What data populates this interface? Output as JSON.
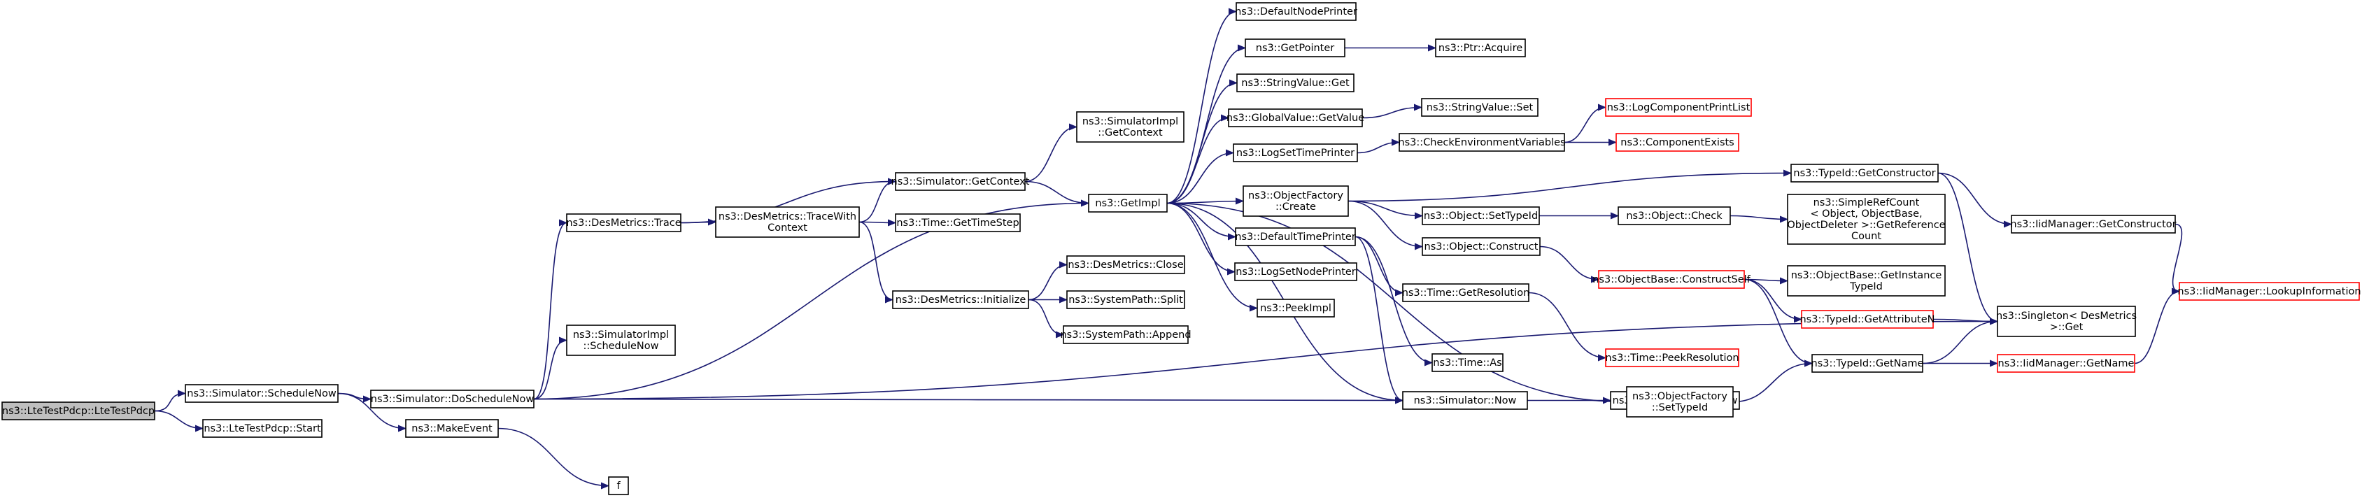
{
  "diagram": {
    "colors": {
      "edge": "#191970",
      "node_border": "#000000",
      "truncated_border": "#ff0000",
      "root_fill": "#bfbfbf",
      "node_fill": "#ffffff"
    },
    "nodes": [
      {
        "id": "root",
        "lines": [
          "ns3::LteTestPdcp::LteTestPdcp"
        ],
        "style": "root"
      },
      {
        "id": "schedulenow",
        "lines": [
          "ns3::Simulator::ScheduleNow"
        ],
        "style": "normal"
      },
      {
        "id": "start",
        "lines": [
          "ns3::LteTestPdcp::Start"
        ],
        "style": "normal"
      },
      {
        "id": "doschedulenow",
        "lines": [
          "ns3::Simulator::DoScheduleNow"
        ],
        "style": "normal"
      },
      {
        "id": "makeevent",
        "lines": [
          "ns3::MakeEvent"
        ],
        "style": "normal"
      },
      {
        "id": "f",
        "lines": [
          "f"
        ],
        "style": "normal"
      },
      {
        "id": "desmetrics_trace",
        "lines": [
          "ns3::DesMetrics::Trace"
        ],
        "style": "normal"
      },
      {
        "id": "simimpl_schedulenow",
        "lines": [
          "ns3::SimulatorImpl",
          "::ScheduleNow"
        ],
        "style": "normal"
      },
      {
        "id": "tracewithcontext",
        "lines": [
          "ns3::DesMetrics::TraceWith",
          "Context"
        ],
        "style": "normal"
      },
      {
        "id": "sim_getcontext",
        "lines": [
          "ns3::Simulator::GetContext"
        ],
        "style": "normal"
      },
      {
        "id": "simimpl_getcontext",
        "lines": [
          "ns3::SimulatorImpl",
          "::GetContext"
        ],
        "style": "normal"
      },
      {
        "id": "time_gettimestep",
        "lines": [
          "ns3::Time::GetTimeStep"
        ],
        "style": "normal"
      },
      {
        "id": "desmetrics_initialize",
        "lines": [
          "ns3::DesMetrics::Initialize"
        ],
        "style": "normal"
      },
      {
        "id": "desmetrics_close",
        "lines": [
          "ns3::DesMetrics::Close"
        ],
        "style": "normal"
      },
      {
        "id": "systempath_split",
        "lines": [
          "ns3::SystemPath::Split"
        ],
        "style": "normal"
      },
      {
        "id": "systempath_append",
        "lines": [
          "ns3::SystemPath::Append"
        ],
        "style": "normal"
      },
      {
        "id": "getimpl",
        "lines": [
          "ns3::GetImpl"
        ],
        "style": "normal"
      },
      {
        "id": "defaultnodeprinter",
        "lines": [
          "ns3::DefaultNodePrinter"
        ],
        "style": "normal"
      },
      {
        "id": "getpointer",
        "lines": [
          "ns3::GetPointer"
        ],
        "style": "normal"
      },
      {
        "id": "ptr_acquire",
        "lines": [
          "ns3::Ptr::Acquire"
        ],
        "style": "normal"
      },
      {
        "id": "stringvalue_get",
        "lines": [
          "ns3::StringValue::Get"
        ],
        "style": "normal"
      },
      {
        "id": "globalvalue_getvalue",
        "lines": [
          "ns3::GlobalValue::GetValue"
        ],
        "style": "normal"
      },
      {
        "id": "stringvalue_set",
        "lines": [
          "ns3::StringValue::Set"
        ],
        "style": "normal"
      },
      {
        "id": "logsettimeprinter",
        "lines": [
          "ns3::LogSetTimePrinter"
        ],
        "style": "normal"
      },
      {
        "id": "checkenvvars",
        "lines": [
          "ns3::CheckEnvironmentVariables"
        ],
        "style": "normal"
      },
      {
        "id": "logcomponentprintlist",
        "lines": [
          "ns3::LogComponentPrintList"
        ],
        "style": "truncated"
      },
      {
        "id": "componentexists",
        "lines": [
          "ns3::ComponentExists"
        ],
        "style": "truncated"
      },
      {
        "id": "objectfactory_create",
        "lines": [
          "ns3::ObjectFactory",
          "::Create"
        ],
        "style": "normal"
      },
      {
        "id": "typeid_getconstructor",
        "lines": [
          "ns3::TypeId::GetConstructor"
        ],
        "style": "normal"
      },
      {
        "id": "iidmanager_getconstructor",
        "lines": [
          "ns3::IidManager::GetConstructor"
        ],
        "style": "normal"
      },
      {
        "id": "iidmanager_lookupinformation",
        "lines": [
          "ns3::IidManager::LookupInformation"
        ],
        "style": "truncated"
      },
      {
        "id": "object_settypeid",
        "lines": [
          "ns3::Object::SetTypeId"
        ],
        "style": "normal"
      },
      {
        "id": "object_check",
        "lines": [
          "ns3::Object::Check"
        ],
        "style": "normal"
      },
      {
        "id": "simplerefcount",
        "lines": [
          "ns3::SimpleRefCount",
          "< Object, ObjectBase,",
          "ObjectDeleter >::GetReference",
          "Count"
        ],
        "style": "normal"
      },
      {
        "id": "object_construct",
        "lines": [
          "ns3::Object::Construct"
        ],
        "style": "normal"
      },
      {
        "id": "defaulttimeprinter",
        "lines": [
          "ns3::DefaultTimePrinter"
        ],
        "style": "normal"
      },
      {
        "id": "objectbase_constructself",
        "lines": [
          "ns3::ObjectBase::ConstructSelf"
        ],
        "style": "truncated"
      },
      {
        "id": "objectbase_getinstancetypeid",
        "lines": [
          "ns3::ObjectBase::GetInstance",
          "TypeId"
        ],
        "style": "normal"
      },
      {
        "id": "typeid_getattributen",
        "lines": [
          "ns3::TypeId::GetAttributeN"
        ],
        "style": "truncated"
      },
      {
        "id": "singleton_get",
        "lines": [
          "ns3::Singleton< DesMetrics",
          ">::Get"
        ],
        "style": "normal"
      },
      {
        "id": "lognodeprinter",
        "lines": [
          "ns3::LogSetNodePrinter"
        ],
        "style": "normal"
      },
      {
        "id": "time_getresolution",
        "lines": [
          "ns3::Time::GetResolution"
        ],
        "style": "normal"
      },
      {
        "id": "time_peekresolution",
        "lines": [
          "ns3::Time::PeekResolution"
        ],
        "style": "truncated"
      },
      {
        "id": "peekimpl",
        "lines": [
          "ns3::PeekImpl"
        ],
        "style": "normal"
      },
      {
        "id": "time_as",
        "lines": [
          "ns3::Time::As"
        ],
        "style": "normal"
      },
      {
        "id": "simulator_now",
        "lines": [
          "ns3::Simulator::Now"
        ],
        "style": "normal"
      },
      {
        "id": "simimpl_now",
        "lines": [
          "ns3::SimulatorImpl::Now"
        ],
        "style": "normal"
      },
      {
        "id": "typeid_getname",
        "lines": [
          "ns3::TypeId::GetName"
        ],
        "style": "normal"
      },
      {
        "id": "iidmanager_getname",
        "lines": [
          "ns3::IidManager::GetName"
        ],
        "style": "truncated"
      },
      {
        "id": "objectfactory_settypeid",
        "lines": [
          "ns3::ObjectFactory",
          "::SetTypeId"
        ],
        "style": "normal"
      }
    ],
    "edges": [
      [
        "root",
        "schedulenow"
      ],
      [
        "root",
        "start"
      ],
      [
        "schedulenow",
        "doschedulenow"
      ],
      [
        "schedulenow",
        "makeevent"
      ],
      [
        "makeevent",
        "f"
      ],
      [
        "doschedulenow",
        "desmetrics_trace"
      ],
      [
        "doschedulenow",
        "simimpl_schedulenow"
      ],
      [
        "doschedulenow",
        "getimpl"
      ],
      [
        "doschedulenow",
        "simulator_now"
      ],
      [
        "doschedulenow",
        "singleton_get"
      ],
      [
        "desmetrics_trace",
        "sim_getcontext"
      ],
      [
        "desmetrics_trace",
        "tracewithcontext"
      ],
      [
        "tracewithcontext",
        "sim_getcontext"
      ],
      [
        "tracewithcontext",
        "time_gettimestep"
      ],
      [
        "tracewithcontext",
        "desmetrics_initialize"
      ],
      [
        "sim_getcontext",
        "simimpl_getcontext"
      ],
      [
        "sim_getcontext",
        "getimpl"
      ],
      [
        "desmetrics_initialize",
        "desmetrics_close"
      ],
      [
        "desmetrics_initialize",
        "systempath_split"
      ],
      [
        "desmetrics_initialize",
        "systempath_append"
      ],
      [
        "getimpl",
        "defaultnodeprinter"
      ],
      [
        "getimpl",
        "getpointer"
      ],
      [
        "getimpl",
        "stringvalue_get"
      ],
      [
        "getimpl",
        "globalvalue_getvalue"
      ],
      [
        "getimpl",
        "logsettimeprinter"
      ],
      [
        "getimpl",
        "objectfactory_create"
      ],
      [
        "getimpl",
        "defaulttimeprinter"
      ],
      [
        "getimpl",
        "lognodeprinter"
      ],
      [
        "getimpl",
        "peekimpl"
      ],
      [
        "getimpl",
        "simulator_now"
      ],
      [
        "getimpl",
        "objectfactory_settypeid"
      ],
      [
        "getpointer",
        "ptr_acquire"
      ],
      [
        "globalvalue_getvalue",
        "stringvalue_set"
      ],
      [
        "logsettimeprinter",
        "checkenvvars"
      ],
      [
        "checkenvvars",
        "logcomponentprintlist"
      ],
      [
        "checkenvvars",
        "componentexists"
      ],
      [
        "objectfactory_create",
        "typeid_getconstructor"
      ],
      [
        "objectfactory_create",
        "object_settypeid"
      ],
      [
        "objectfactory_create",
        "object_construct"
      ],
      [
        "typeid_getconstructor",
        "iidmanager_getconstructor"
      ],
      [
        "typeid_getconstructor",
        "singleton_get"
      ],
      [
        "iidmanager_getconstructor",
        "iidmanager_lookupinformation"
      ],
      [
        "object_settypeid",
        "object_check"
      ],
      [
        "object_check",
        "simplerefcount"
      ],
      [
        "object_construct",
        "objectbase_constructself"
      ],
      [
        "objectbase_constructself",
        "objectbase_getinstancetypeid"
      ],
      [
        "objectbase_constructself",
        "typeid_getattributen"
      ],
      [
        "objectbase_constructself",
        "typeid_getname"
      ],
      [
        "typeid_getattributen",
        "singleton_get"
      ],
      [
        "defaulttimeprinter",
        "simulator_now"
      ],
      [
        "defaulttimeprinter",
        "time_getresolution"
      ],
      [
        "defaulttimeprinter",
        "time_as"
      ],
      [
        "time_getresolution",
        "time_peekresolution"
      ],
      [
        "simulator_now",
        "simimpl_now"
      ],
      [
        "typeid_getname",
        "iidmanager_getname"
      ],
      [
        "typeid_getname",
        "singleton_get"
      ],
      [
        "iidmanager_getname",
        "iidmanager_lookupinformation"
      ],
      [
        "objectfactory_settypeid",
        "typeid_getname"
      ]
    ]
  }
}
